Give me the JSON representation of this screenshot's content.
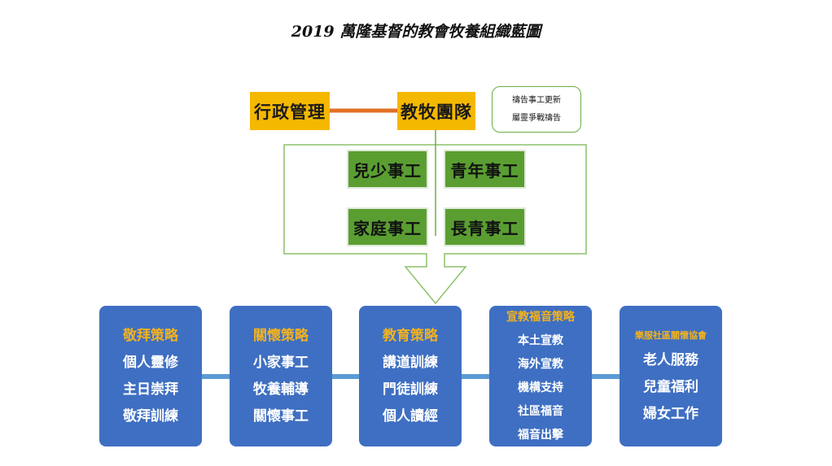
{
  "title": "2019 萬隆基督的教會牧養組織藍圖",
  "top": {
    "admin": "行政管理",
    "team": "教牧團隊",
    "prayer": [
      "禱告事工更新",
      "屬靈爭戰禱告"
    ]
  },
  "ministries": [
    "兒少事工",
    "青年事工",
    "家庭事工",
    "長青事工"
  ],
  "strategies": [
    {
      "heading": "敬拜策略",
      "items": [
        "個人靈修",
        "主日崇拜",
        "敬拜訓練"
      ]
    },
    {
      "heading": "關懷策略",
      "items": [
        "小家事工",
        "牧養輔導",
        "關懷事工"
      ]
    },
    {
      "heading": "教育策略",
      "items": [
        "講道訓練",
        "門徒訓練",
        "個人讀經"
      ]
    },
    {
      "heading": "宣教福音策略",
      "items": [
        "本土宣教",
        "海外宣教",
        "機構支持",
        "社區福音",
        "福音出擊"
      ]
    },
    {
      "heading": "樂服社區關懷協會",
      "items": [
        "老人服務",
        "兒童福利",
        "婦女工作"
      ]
    }
  ],
  "colors": {
    "yellow": "#f5b800",
    "green": "#5a9e32",
    "blue": "#3f6fc2",
    "heading": "#f3b21e",
    "connector_orange": "#e07026",
    "connector_blue": "#5b9bd5"
  }
}
